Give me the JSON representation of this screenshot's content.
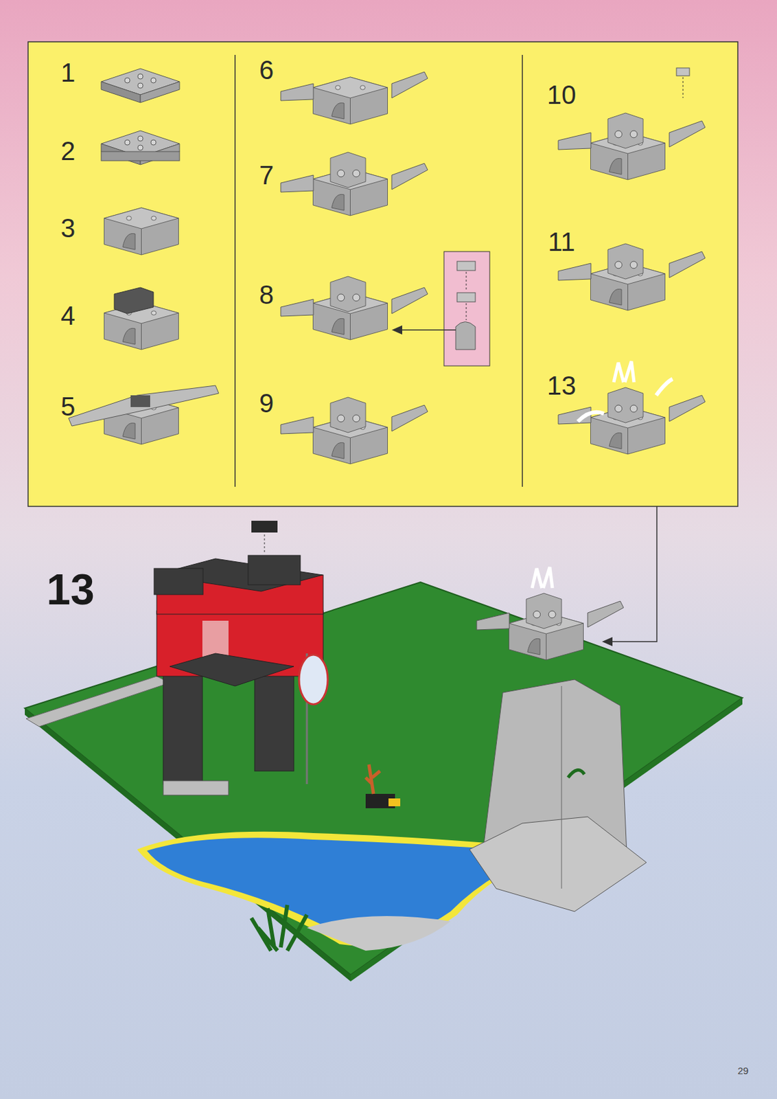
{
  "diagram": {
    "labels": [
      "1",
      "2",
      "3",
      "4",
      "5",
      "6",
      "7",
      "8",
      "9",
      "10",
      "11",
      "13",
      "13",
      "29"
    ]
  }
}
